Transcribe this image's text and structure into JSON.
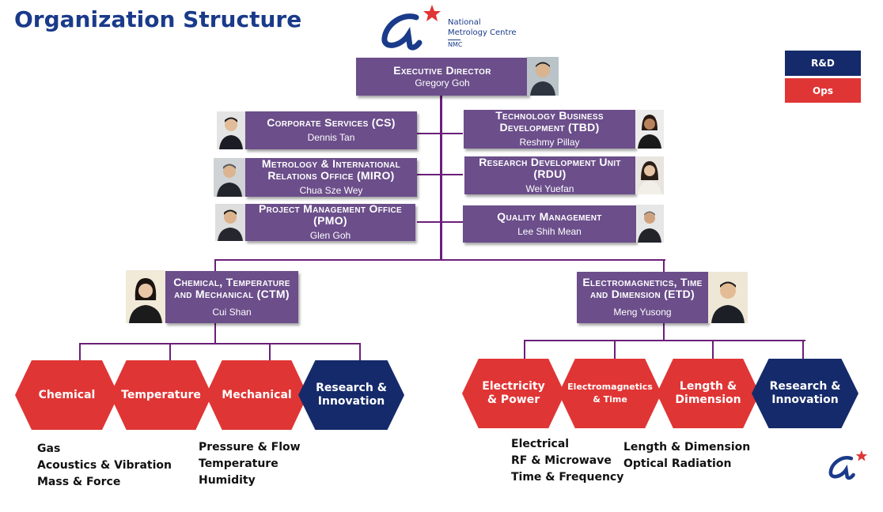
{
  "title": "Organization Structure",
  "logo": {
    "line1": "National",
    "line2": "Metrology Centre",
    "line3": "NMC"
  },
  "legend": [
    {
      "label": "R&D",
      "color": "#152a6a"
    },
    {
      "label": "Ops",
      "color": "#e03535"
    }
  ],
  "executive": {
    "title": "Executive Director",
    "name": "Gregory Goh"
  },
  "left_units": [
    {
      "title": "Corporate Services (CS)",
      "name": "Dennis Tan"
    },
    {
      "title": "Metrology & International Relations Office (MIRO)",
      "name": "Chua Sze Wey"
    },
    {
      "title": "Project Management Office (PMO)",
      "name": "Glen Goh"
    }
  ],
  "right_units": [
    {
      "title": "Technology Business Development (TBD)",
      "name": "Reshmy Pillay"
    },
    {
      "title": "Research Development Unit (RDU)",
      "name": "Wei Yuefan"
    },
    {
      "title": "Quality Management",
      "name": "Lee Shih Mean"
    }
  ],
  "divisions": {
    "ctm": {
      "title": "Chemical, Temperature and Mechanical (CTM)",
      "name": "Cui Shan"
    },
    "etd": {
      "title": "Electromagnetics, Time and Dimension (ETD)",
      "name": "Meng Yusong"
    }
  },
  "ctm_departments": [
    "Chemical",
    "Temperature",
    "Mechanical",
    "Research & Innovation"
  ],
  "etd_departments": [
    "Electricity & Power",
    "Electromagnetics & Time",
    "Length & Dimension",
    "Research & Innovation"
  ],
  "ctm_lists": [
    [
      "Gas",
      "Acoustics & Vibration",
      "Mass & Force"
    ],
    [
      "Pressure & Flow",
      "Temperature",
      "Humidity"
    ]
  ],
  "etd_lists": [
    [
      "Electrical",
      "RF & Microwave",
      "Time & Frequency"
    ],
    [
      "Length & Dimension",
      "Optical Radiation"
    ]
  ]
}
